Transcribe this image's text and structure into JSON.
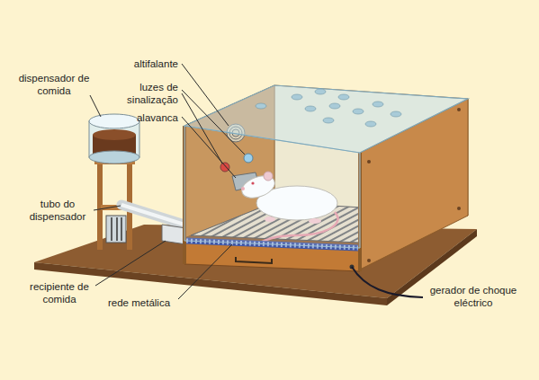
{
  "diagram": {
    "labels": [
      "altifalante",
      "luzes de sinalização",
      "alavanca",
      "dispensador de comida",
      "tubo do dispensador",
      "recipiente de comida",
      "rede metálica",
      "gerador de choque eléctrico"
    ]
  }
}
